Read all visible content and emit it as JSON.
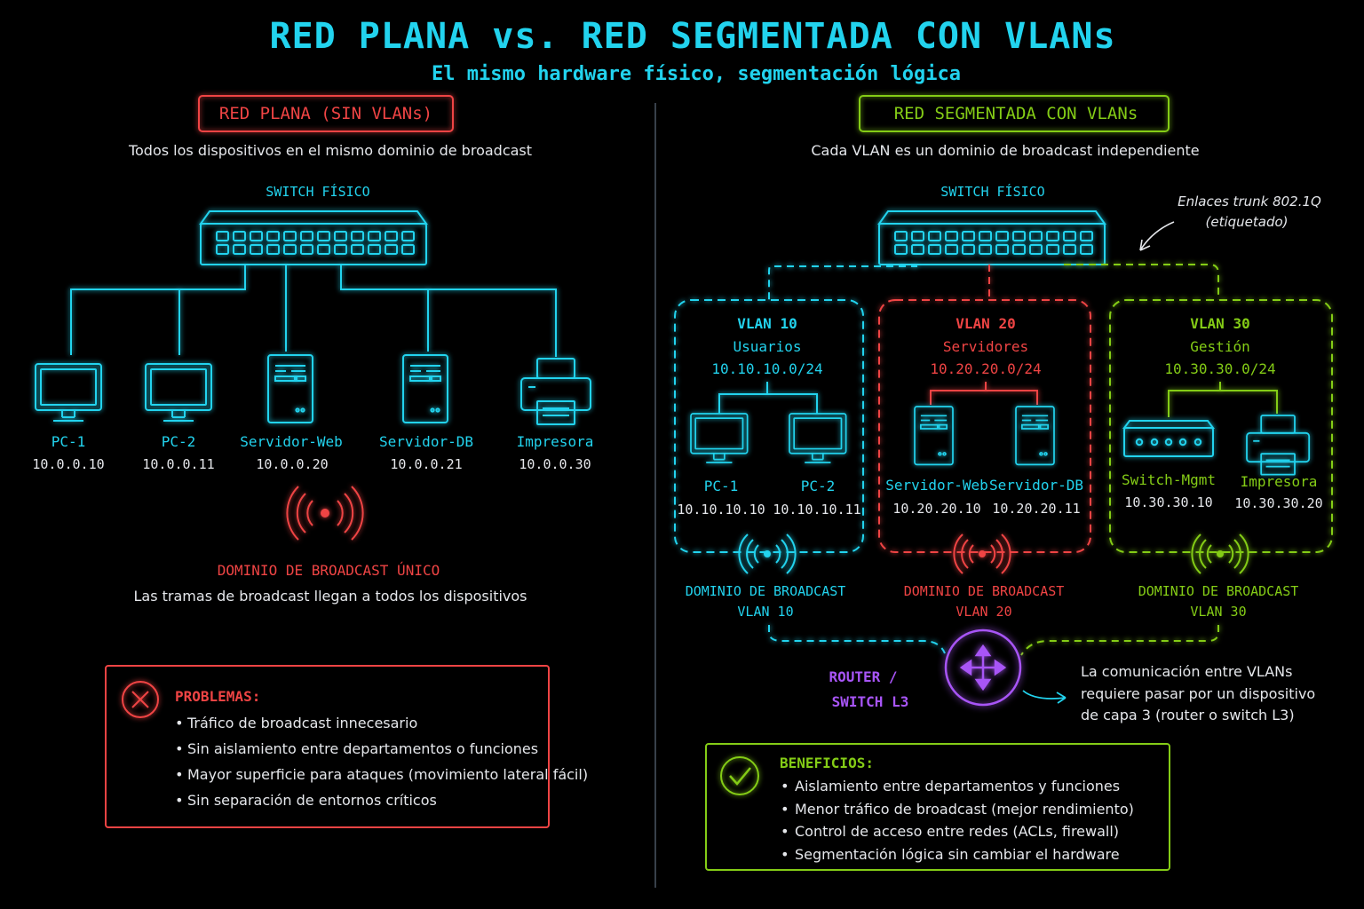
{
  "header": {
    "title": "RED PLANA vs. RED SEGMENTADA CON VLANs",
    "subtitle": "El mismo hardware físico, segmentación lógica"
  },
  "colors": {
    "cyan": "#22d3ee",
    "red": "#ef4444",
    "green": "#84cc16",
    "purple": "#a855f7",
    "background": "#000000"
  },
  "flat": {
    "label": "RED PLANA (SIN VLANs)",
    "description": "Todos los dispositivos en el mismo dominio de broadcast",
    "switch_label": "SWITCH FÍSICO",
    "devices": [
      {
        "name": "PC-1",
        "ip": "10.0.0.10",
        "icon": "monitor-icon"
      },
      {
        "name": "PC-2",
        "ip": "10.0.0.11",
        "icon": "monitor-icon"
      },
      {
        "name": "Servidor-Web",
        "ip": "10.0.0.20",
        "icon": "server-icon"
      },
      {
        "name": "Servidor-DB",
        "ip": "10.0.0.21",
        "icon": "server-icon"
      },
      {
        "name": "Impresora",
        "ip": "10.0.0.30",
        "icon": "printer-icon"
      }
    ],
    "broadcast_title": "DOMINIO DE BROADCAST ÚNICO",
    "broadcast_desc": "Las tramas de broadcast llegan a todos los dispositivos",
    "problems": {
      "title": "PROBLEMAS:",
      "items": [
        "Tráfico de broadcast innecesario",
        "Sin aislamiento entre departamentos o funciones",
        "Mayor superficie para ataques (movimiento lateral fácil)",
        "Sin separación de entornos críticos"
      ]
    }
  },
  "segmented": {
    "label": "RED SEGMENTADA CON VLANs",
    "description": "Cada VLAN es un dominio de broadcast independiente",
    "switch_label": "SWITCH FÍSICO",
    "trunk_note": [
      "Enlaces trunk 802.1Q",
      "(etiquetado)"
    ],
    "vlans": [
      {
        "name": "VLAN 10",
        "role": "Usuarios",
        "subnet": "10.10.10.0/24",
        "devices": [
          {
            "name": "PC-1",
            "ip": "10.10.10.10"
          },
          {
            "name": "PC-2",
            "ip": "10.10.10.11"
          }
        ],
        "broadcast": [
          "DOMINIO DE BROADCAST",
          "VLAN 10"
        ]
      },
      {
        "name": "VLAN 20",
        "role": "Servidores",
        "subnet": "10.20.20.0/24",
        "devices": [
          {
            "name": "Servidor-Web",
            "ip": "10.20.20.10"
          },
          {
            "name": "Servidor-DB",
            "ip": "10.20.20.11"
          }
        ],
        "broadcast": [
          "DOMINIO DE BROADCAST",
          "VLAN 20"
        ]
      },
      {
        "name": "VLAN 30",
        "role": "Gestión",
        "subnet": "10.30.30.0/24",
        "devices": [
          {
            "name": "Switch-Mgmt",
            "ip": "10.30.30.10"
          },
          {
            "name": "Impresora",
            "ip": "10.30.30.20"
          }
        ],
        "broadcast": [
          "DOMINIO DE BROADCAST",
          "VLAN 30"
        ]
      }
    ],
    "router": {
      "label": [
        "ROUTER /",
        "SWITCH L3"
      ],
      "note": [
        "La comunicación entre VLANs",
        "requiere pasar por un dispositivo",
        "de capa 3 (router o switch L3)"
      ]
    },
    "benefits": {
      "title": "BENEFICIOS:",
      "items": [
        "Aislamiento entre departamentos y funciones",
        "Menor tráfico de broadcast (mejor rendimiento)",
        "Control de acceso entre redes (ACLs, firewall)",
        "Segmentación lógica sin cambiar el hardware"
      ]
    }
  }
}
